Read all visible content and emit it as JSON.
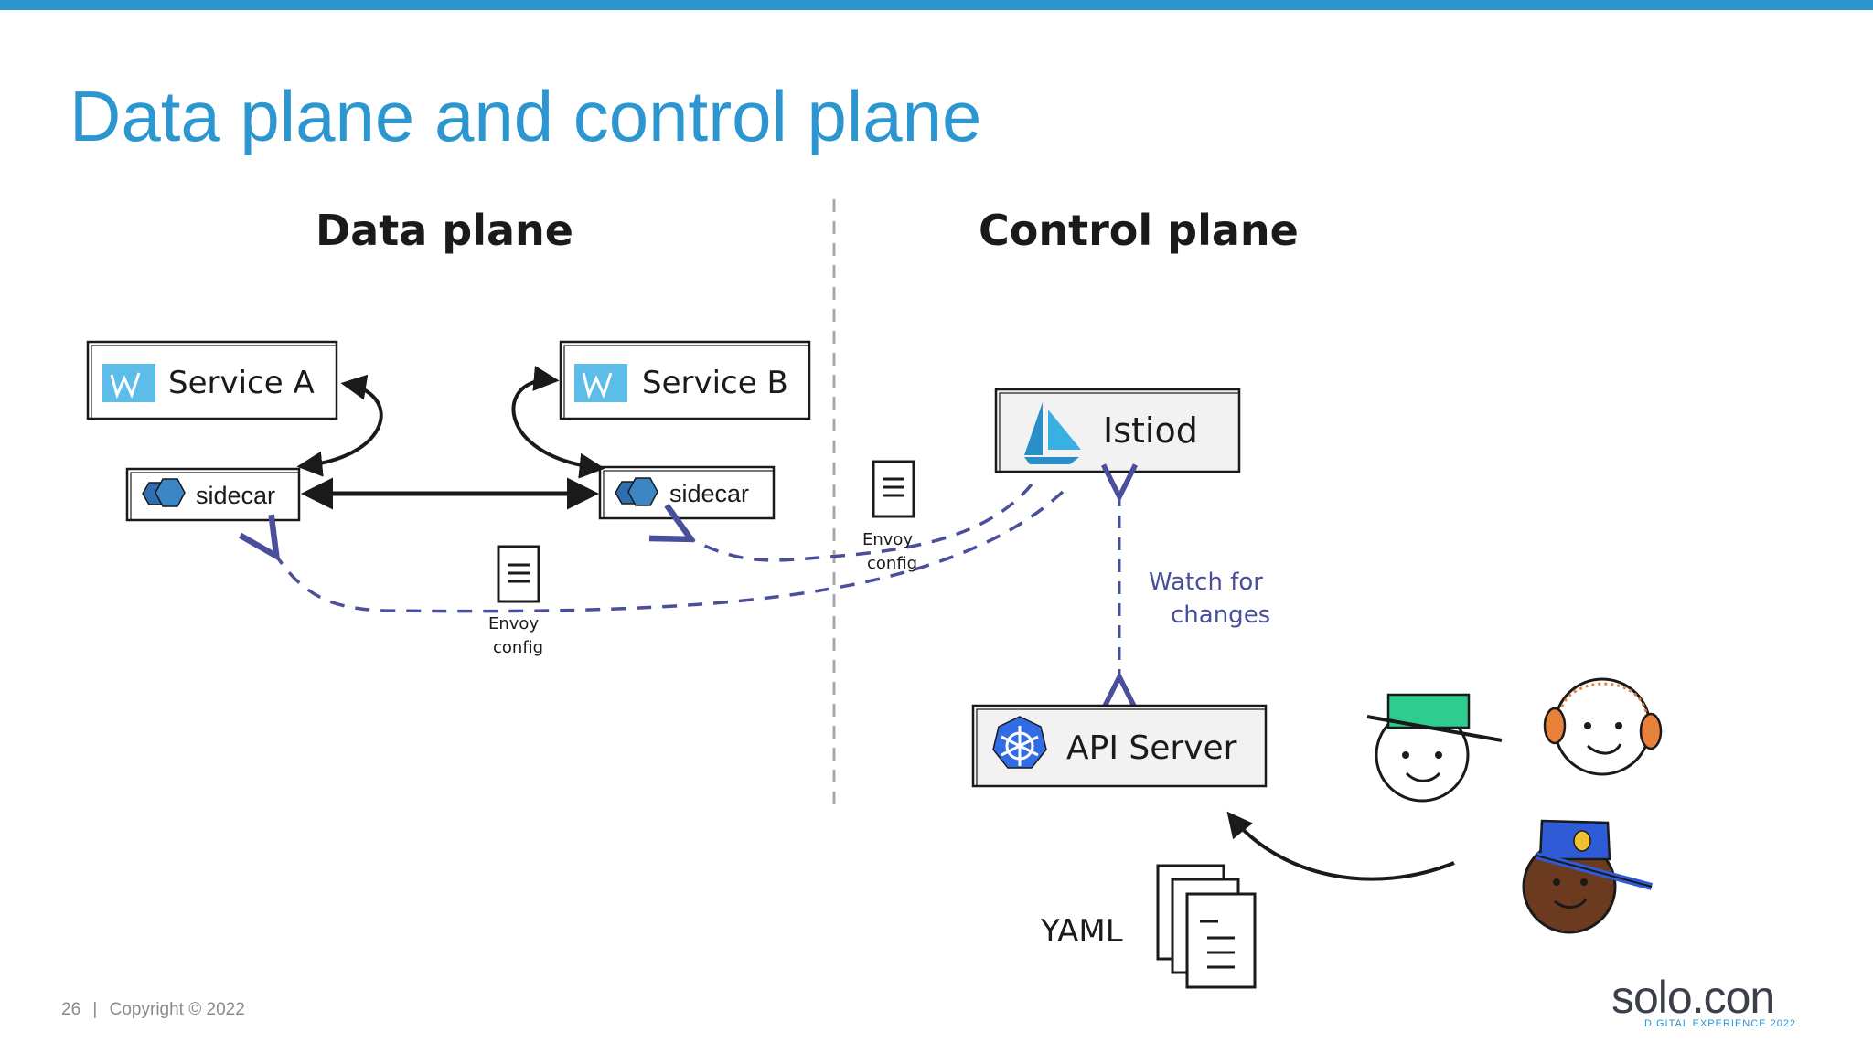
{
  "slide": {
    "title": "Data plane and control plane",
    "footer": {
      "page_number": "26",
      "separator": "|",
      "copyright": "Copyright © 2022"
    },
    "logo": {
      "text": "solo.con",
      "subtitle": "DIGITAL EXPERIENCE 2022"
    }
  },
  "diagram": {
    "data_plane_heading": "Data plane",
    "control_plane_heading": "Control plane",
    "service_a": "Service A",
    "service_b": "Service B",
    "sidecar_a": "sidecar",
    "sidecar_b": "sidecar",
    "istiod": "Istiod",
    "api_server": "API Server",
    "watch_label_line1": "Watch for",
    "watch_label_line2": "changes",
    "envoy_config_1_line1": "Envoy",
    "envoy_config_1_line2": "config",
    "envoy_config_2_line1": "Envoy",
    "envoy_config_2_line2": "config",
    "yaml_label": "YAML"
  },
  "colors": {
    "accent": "#2b96cf",
    "ink": "#1a1a1a",
    "dashed_arrow": "#4a4f9c",
    "box_fill": "#f2f2f2",
    "service_icon": "#5bbde8",
    "sidecar_icon": "#3d86c6",
    "istio_sail": "#3ab0e2",
    "k8s_blue": "#326ce5",
    "hat_green": "#2ecc8f",
    "hat_blue": "#2f5bd6",
    "hair_orange": "#e8813a",
    "skin_dark": "#6b3a1f"
  },
  "icons": {
    "service_a_icon": "service-icon",
    "service_b_icon": "service-icon",
    "sidecar_icon": "hexagon-icon",
    "istiod_icon": "istio-sail-icon",
    "api_server_icon": "kubernetes-wheel-icon",
    "envoy_doc_icon": "document-icon",
    "yaml_icon": "document-stack-icon"
  }
}
